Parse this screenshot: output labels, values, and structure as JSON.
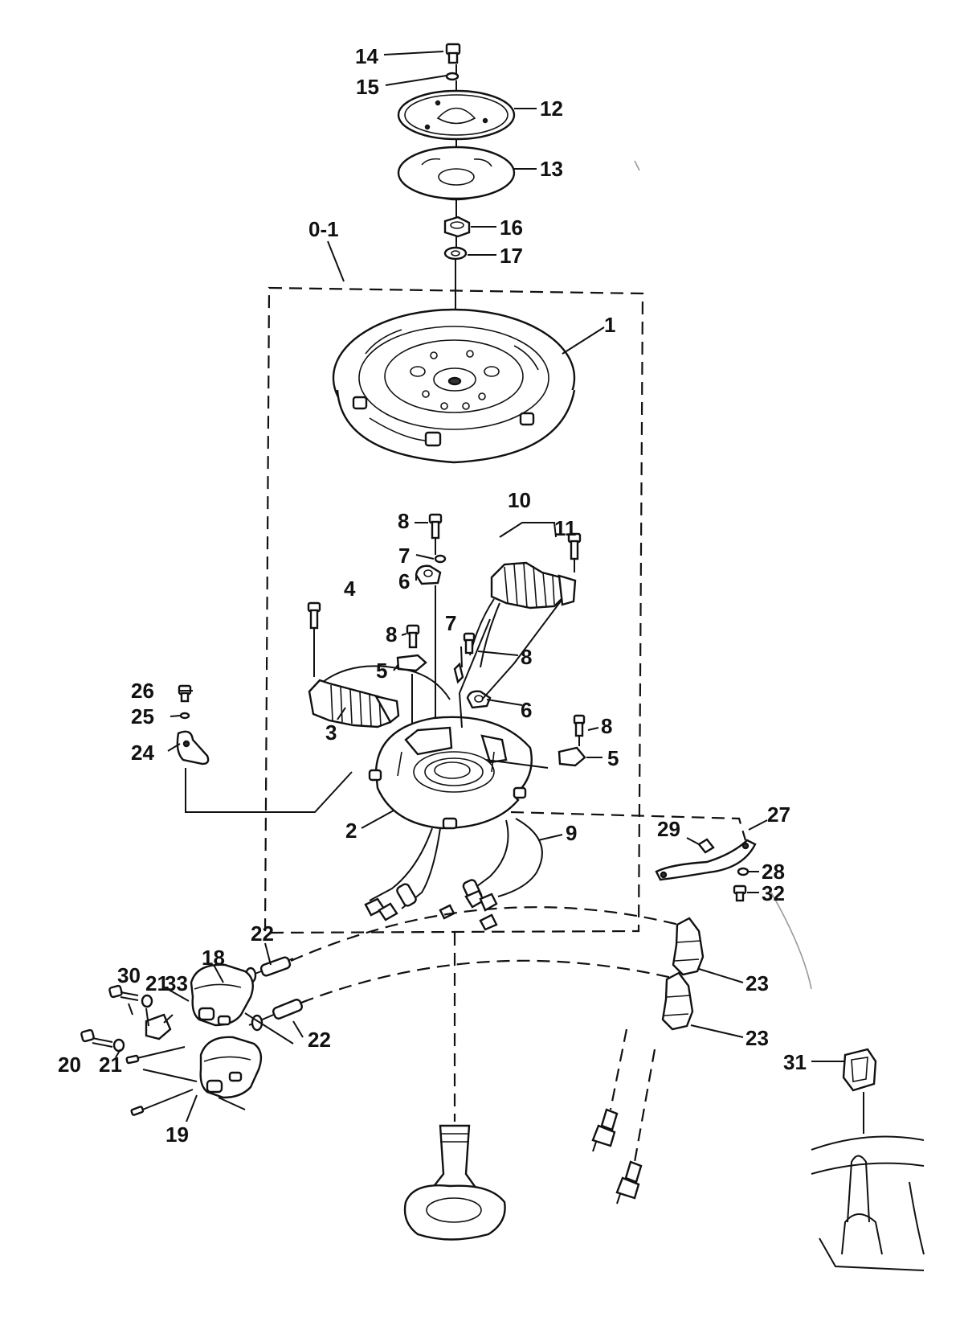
{
  "callouts": [
    {
      "id": "14",
      "text": "14"
    },
    {
      "id": "15",
      "text": "15"
    },
    {
      "id": "12",
      "text": "12"
    },
    {
      "id": "13",
      "text": "13"
    },
    {
      "id": "16",
      "text": "16"
    },
    {
      "id": "17",
      "text": "17"
    },
    {
      "id": "0-1",
      "text": "0-1"
    },
    {
      "id": "1",
      "text": "1"
    },
    {
      "id": "10",
      "text": "10"
    },
    {
      "id": "11",
      "text": "11"
    },
    {
      "id": "8a",
      "text": "8"
    },
    {
      "id": "7a",
      "text": "7"
    },
    {
      "id": "6a",
      "text": "6"
    },
    {
      "id": "4",
      "text": "4"
    },
    {
      "id": "8b",
      "text": "8"
    },
    {
      "id": "7b",
      "text": "7"
    },
    {
      "id": "8c",
      "text": "8"
    },
    {
      "id": "5a",
      "text": "5"
    },
    {
      "id": "6b",
      "text": "6"
    },
    {
      "id": "26",
      "text": "26"
    },
    {
      "id": "25",
      "text": "25"
    },
    {
      "id": "24",
      "text": "24"
    },
    {
      "id": "3",
      "text": "3"
    },
    {
      "id": "8d",
      "text": "8"
    },
    {
      "id": "5b",
      "text": "5"
    },
    {
      "id": "2",
      "text": "2"
    },
    {
      "id": "9",
      "text": "9"
    },
    {
      "id": "27",
      "text": "27"
    },
    {
      "id": "29",
      "text": "29"
    },
    {
      "id": "28",
      "text": "28"
    },
    {
      "id": "32",
      "text": "32"
    },
    {
      "id": "22a",
      "text": "22"
    },
    {
      "id": "30",
      "text": "30"
    },
    {
      "id": "21a",
      "text": "21"
    },
    {
      "id": "18",
      "text": "18"
    },
    {
      "id": "33",
      "text": "33"
    },
    {
      "id": "23a",
      "text": "23"
    },
    {
      "id": "20",
      "text": "20"
    },
    {
      "id": "21b",
      "text": "21"
    },
    {
      "id": "22b",
      "text": "22"
    },
    {
      "id": "31",
      "text": "31"
    },
    {
      "id": "23b",
      "text": "23"
    },
    {
      "id": "19",
      "text": "19"
    }
  ]
}
